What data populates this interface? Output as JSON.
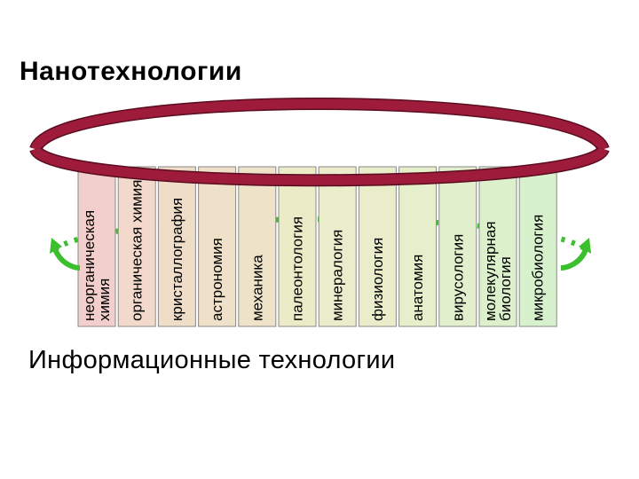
{
  "title_top": "Нанотехнологии",
  "title_bottom": "Информационные технологии",
  "colors": {
    "red_ring_fill": "#9e1b3c",
    "red_ring_stroke": "#5a0d20",
    "green_ring": "#3cbf2c",
    "column_border": "#8a8a8a"
  },
  "columns": [
    {
      "lines": [
        "неорганическая",
        "химия"
      ],
      "fill": "#f2cfcc"
    },
    {
      "lines": [
        "органическая химия"
      ],
      "fill": "#f2d9cc"
    },
    {
      "lines": [
        "кристаллография"
      ],
      "fill": "#f0ddc8"
    },
    {
      "lines": [
        "астрономия"
      ],
      "fill": "#efe1c9"
    },
    {
      "lines": [
        "механика"
      ],
      "fill": "#eee3c8"
    },
    {
      "lines": [
        "палеонтология"
      ],
      "fill": "#ecebc8"
    },
    {
      "lines": [
        "минералогия"
      ],
      "fill": "#ebeccb"
    },
    {
      "lines": [
        "физиология"
      ],
      "fill": "#e9edca"
    },
    {
      "lines": [
        "анатомия"
      ],
      "fill": "#e6efcb"
    },
    {
      "lines": [
        "вирусология"
      ],
      "fill": "#e2efcc"
    },
    {
      "lines": [
        "молекулярная",
        "биология"
      ],
      "fill": "#dcf0cc"
    },
    {
      "lines": [
        "микробиология"
      ],
      "fill": "#d8f1cd"
    }
  ]
}
